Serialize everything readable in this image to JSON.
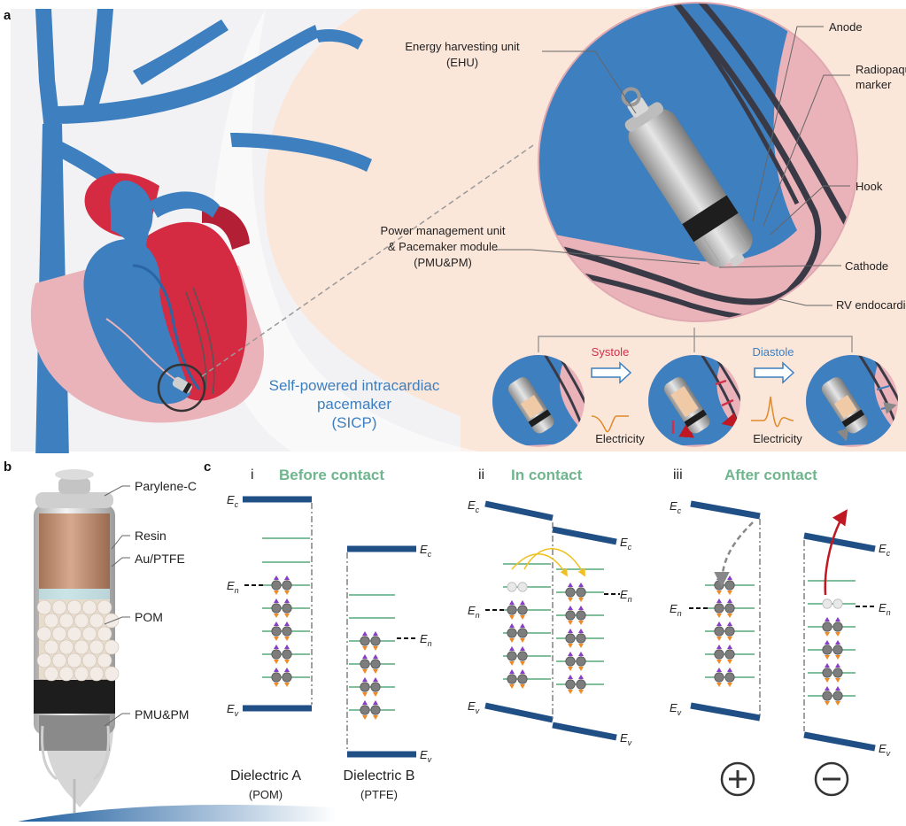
{
  "panel_a": {
    "label": "a",
    "callouts": {
      "ehu_line1": "Energy harvesting unit",
      "ehu_line2": "(EHU)",
      "anode": "Anode",
      "radiopaque_line1": "Radiopaque",
      "radiopaque_line2": "marker",
      "hook": "Hook",
      "pmu_line1": "Power management unit",
      "pmu_line2": "& Pacemaker module",
      "pmu_line3": "(PMU&PM)",
      "cathode": "Cathode",
      "rv": "RV endocardium"
    },
    "sicp_line1": "Self-powered intracardiac",
    "sicp_line2": "pacemaker",
    "sicp_line3": "(SICP)",
    "systole": "Systole",
    "diastole": "Diastole",
    "electricity": "Electricity",
    "colors": {
      "blood_blue": "#3d7fbf",
      "heart_red": "#d42b43",
      "tissue_pink": "#eab3ba",
      "bg_peach": "#fbe6da",
      "systole": "#d0304a",
      "diastole": "#3d7fbf"
    }
  },
  "panel_b": {
    "label": "b",
    "labels": {
      "parylene": "Parylene-C",
      "resin": "Resin",
      "au_ptfe": "Au/PTFE",
      "pom": "POM",
      "pmu": "PMU&PM"
    }
  },
  "panel_c": {
    "label": "c",
    "stages": [
      {
        "num": "i",
        "title": "Before contact"
      },
      {
        "num": "ii",
        "title": "In contact"
      },
      {
        "num": "iii",
        "title": "After contact"
      }
    ],
    "level_main": {
      "c": "E",
      "n": "E",
      "v": "E"
    },
    "level_sub": {
      "c": "c",
      "n": "n",
      "v": "v"
    },
    "dielectric_a": "Dielectric A",
    "dielectric_a_material": "(POM)",
    "dielectric_b": "Dielectric B",
    "dielectric_b_material": "(PTFE)",
    "colors": {
      "band": "#1f4f84",
      "trap": "#6fb58d",
      "title_green": "#6fb58d",
      "transfer_arrow": "#f0c020",
      "return_arrow": "#c01822"
    }
  }
}
